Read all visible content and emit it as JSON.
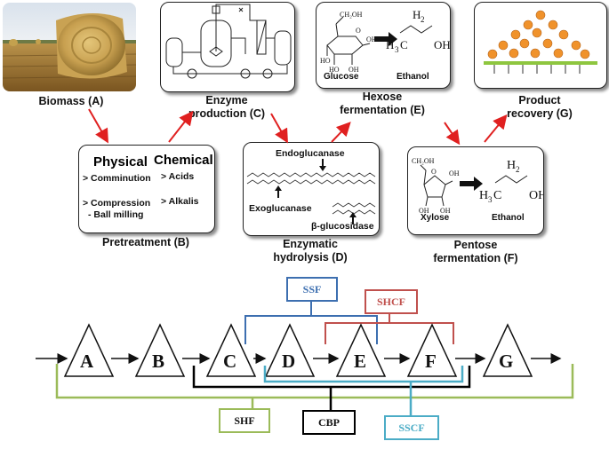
{
  "steps": {
    "a": {
      "caption": "Biomass (A)"
    },
    "b": {
      "caption": "Pretreatment (B)",
      "physical_title": "Physical",
      "physical_items": [
        "> Comminution",
        "> Compression",
        "- Ball milling"
      ],
      "chemical_title": "Chemical",
      "chemical_items": [
        "> Acids",
        "> Alkalis"
      ]
    },
    "c": {
      "caption_line1": "Enzyme",
      "caption_line2": "production (C)"
    },
    "d": {
      "caption_line1": "Enzymatic",
      "caption_line2": "hydrolysis (D)",
      "endo": "Endoglucanase",
      "exo": "Exoglucanase",
      "beta": "β-glucosidase"
    },
    "e": {
      "caption_line1": "Hexose",
      "caption_line2": "fermentation (E)",
      "sugar": "Glucose",
      "product": "Ethanol"
    },
    "f": {
      "caption_line1": "Pentose",
      "caption_line2": "fermentation (F)",
      "sugar": "Xylose",
      "product": "Ethanol"
    },
    "g": {
      "caption_line1": "Product",
      "caption_line2": "recovery (G)"
    }
  },
  "process_nodes": [
    "A",
    "B",
    "C",
    "D",
    "E",
    "F",
    "G"
  ],
  "configurations": {
    "ssf": "SSF",
    "shcf": "SHCF",
    "shf": "SHF",
    "cbp": "CBP",
    "sscf": "SSCF"
  },
  "colors": {
    "arrow_red": "#e02020",
    "ssf": "#3d6fb0",
    "shcf": "#c0504d",
    "shf": "#9bbb59",
    "cbp": "#000000",
    "sscf": "#4bacc6"
  }
}
